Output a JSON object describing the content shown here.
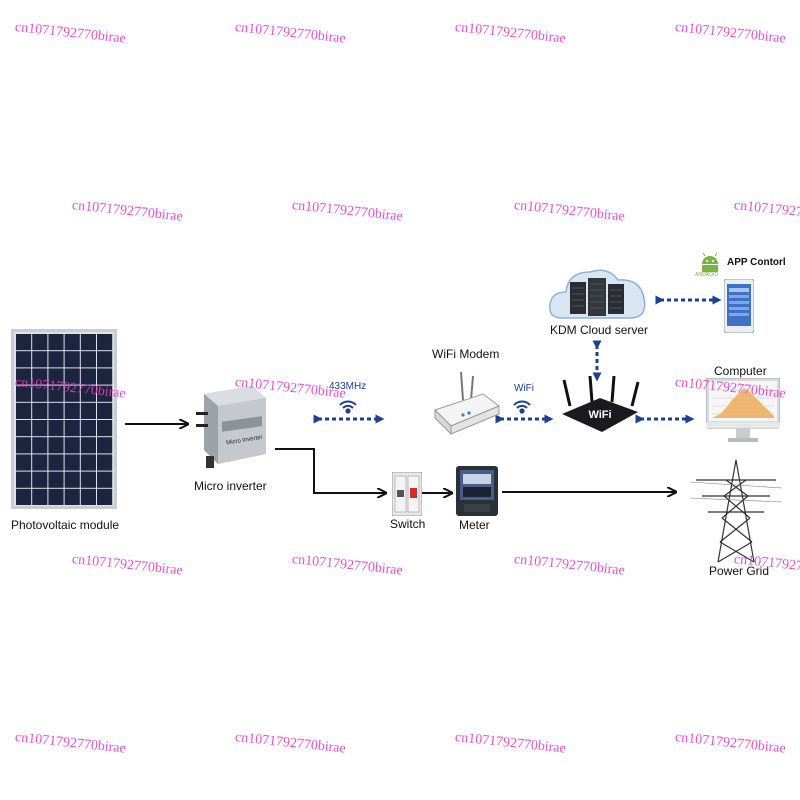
{
  "labels": {
    "pv_module": "Photovoltaic module",
    "micro_inverter": "Micro inverter",
    "switch": "Switch",
    "meter": "Meter",
    "power_grid": "Power Grid",
    "wifi_modem": "WiFi Modem",
    "cloud_server": "KDM Cloud server",
    "app_control": "APP Contorl",
    "computer": "Computer",
    "freq_433": "433MHz",
    "wifi_link": "WiFi",
    "router_text": "WiFi",
    "inverter_text": "Micro Inverter",
    "android_text": "ANDROID"
  },
  "watermark": "cn1071792770birae",
  "colors": {
    "arrow_black": "#111111",
    "arrow_blue": "#1f3f8f",
    "watermark": "#e040c8",
    "panel_cell": "#1c2440"
  }
}
